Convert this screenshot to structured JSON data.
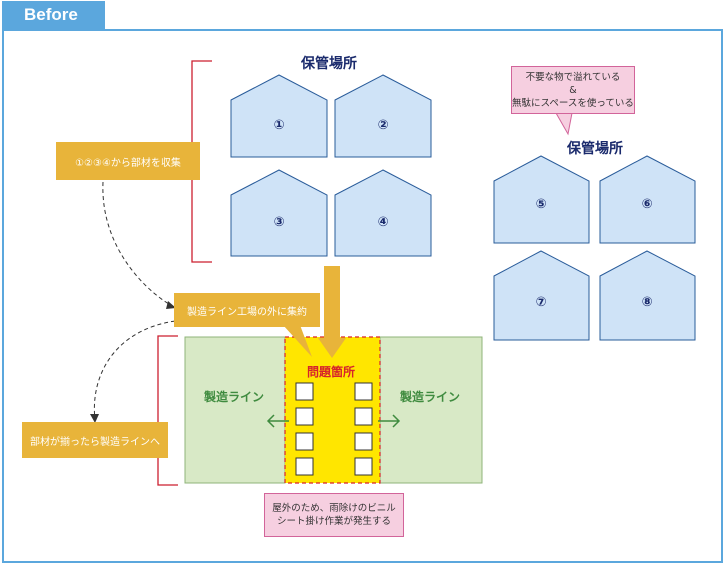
{
  "header": {
    "tab_label": "Before"
  },
  "storage_top": {
    "title": "保管場所",
    "houses": [
      "①",
      "②",
      "③",
      "④"
    ]
  },
  "storage_right": {
    "title": "保管場所",
    "houses": [
      "⑤",
      "⑥",
      "⑦",
      "⑧"
    ]
  },
  "callouts": {
    "collect": "①②③④から部材を収集",
    "gather": "製造ライン工場の外に集約",
    "to_line": "部材が揃ったら製造ラインへ",
    "waste_line1": "不要な物で溢れている",
    "waste_line2": "&",
    "waste_line3": "無駄にスペースを使っている",
    "outdoor_line1": "屋外のため、雨除けのビニル",
    "outdoor_line2": "シート掛け作業が発生する"
  },
  "lines": {
    "left": "製造ライン",
    "right": "製造ライン"
  },
  "problem": {
    "label": "問題箇所"
  },
  "colors": {
    "accent_blue": "#5ba7dd",
    "house_fill": "#cfe3f7",
    "orange": "#e8b43a",
    "problem_yellow": "#ffe600",
    "line_green": "#d8e9c6",
    "bracket_red": "#cc1f2f"
  }
}
